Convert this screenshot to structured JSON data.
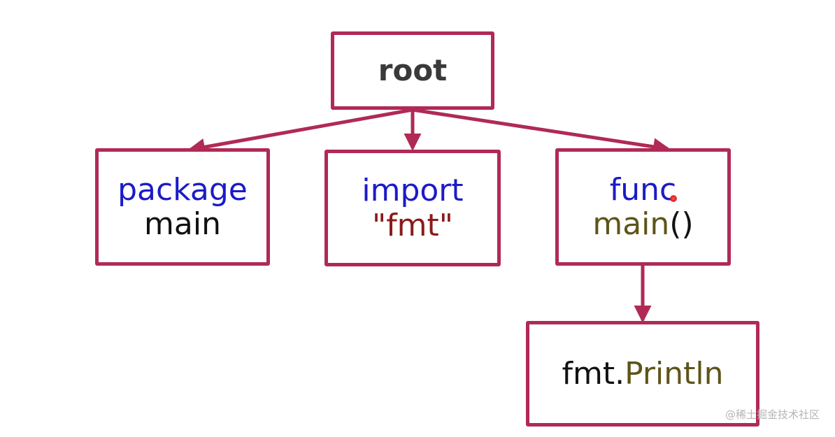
{
  "colors": {
    "border": "#b02a55",
    "keyword": "#1b1bc8",
    "identifier": "#111111",
    "string": "#8b1a1a",
    "function": "#5e5418",
    "root_text": "#3a3a3a"
  },
  "nodes": {
    "root": {
      "label": "root"
    },
    "package": {
      "keyword": "package",
      "name": "main"
    },
    "import": {
      "keyword": "import",
      "path": "\"fmt\""
    },
    "func": {
      "keyword": "func",
      "name": "main",
      "parens": "()"
    },
    "println": {
      "pkg": "fmt.",
      "call": "Println"
    }
  },
  "edges": [
    {
      "from": "root",
      "to": "package"
    },
    {
      "from": "root",
      "to": "import"
    },
    {
      "from": "root",
      "to": "func"
    },
    {
      "from": "func",
      "to": "println"
    }
  ],
  "watermark": "@稀土掘金技术社区"
}
